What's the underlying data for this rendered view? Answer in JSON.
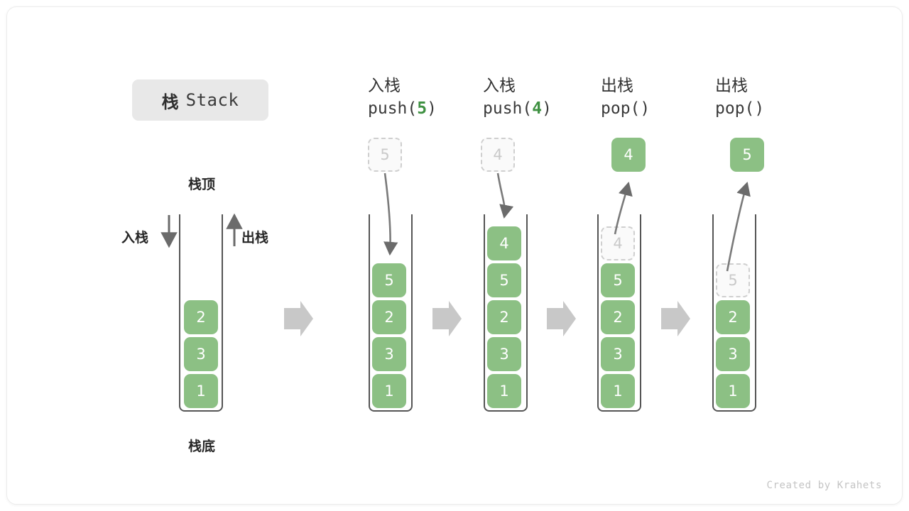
{
  "title": {
    "cn": "栈",
    "en": "Stack"
  },
  "colors": {
    "cell_fill": "#8cc084",
    "cell_text": "#ffffff",
    "ghost_fill": "#fafafa",
    "ghost_border": "#cfcfcf",
    "ghost_text": "#c9c9c9",
    "container_stroke": "#555555",
    "arrow_gray": "#6b6b6b",
    "block_arrow": "#c8c8c8",
    "accent_green": "#3f9142",
    "badge_bg": "#e8e8e8",
    "card_bg": "#ffffff"
  },
  "base_stack": {
    "top_label": "栈顶",
    "bottom_label": "栈底",
    "push_label": "入栈",
    "pop_label": "出栈",
    "cells": [
      "2",
      "3",
      "1"
    ]
  },
  "steps": [
    {
      "id": "push-5",
      "header_cn": "入栈",
      "op_prefix": "push(",
      "op_arg": "5",
      "op_suffix": ")",
      "floating": {
        "value": "5",
        "style": "ghost"
      },
      "cells": [
        {
          "value": "5",
          "style": "solid"
        },
        {
          "value": "2",
          "style": "solid"
        },
        {
          "value": "3",
          "style": "solid"
        },
        {
          "value": "1",
          "style": "solid"
        }
      ]
    },
    {
      "id": "push-4",
      "header_cn": "入栈",
      "op_prefix": "push(",
      "op_arg": "4",
      "op_suffix": ")",
      "floating": {
        "value": "4",
        "style": "ghost"
      },
      "cells": [
        {
          "value": "4",
          "style": "solid"
        },
        {
          "value": "5",
          "style": "solid"
        },
        {
          "value": "2",
          "style": "solid"
        },
        {
          "value": "3",
          "style": "solid"
        },
        {
          "value": "1",
          "style": "solid"
        }
      ]
    },
    {
      "id": "pop-4",
      "header_cn": "出栈",
      "op_prefix": "pop(",
      "op_arg": "",
      "op_suffix": ")",
      "floating": {
        "value": "4",
        "style": "solid"
      },
      "cells": [
        {
          "value": "4",
          "style": "ghost"
        },
        {
          "value": "5",
          "style": "solid"
        },
        {
          "value": "2",
          "style": "solid"
        },
        {
          "value": "3",
          "style": "solid"
        },
        {
          "value": "1",
          "style": "solid"
        }
      ]
    },
    {
      "id": "pop-5",
      "header_cn": "出栈",
      "op_prefix": "pop(",
      "op_arg": "",
      "op_suffix": ")",
      "floating": {
        "value": "5",
        "style": "solid"
      },
      "cells": [
        {
          "value": "5",
          "style": "ghost"
        },
        {
          "value": "2",
          "style": "solid"
        },
        {
          "value": "3",
          "style": "solid"
        },
        {
          "value": "1",
          "style": "solid"
        }
      ]
    }
  ],
  "credit": "Created by Krahets"
}
